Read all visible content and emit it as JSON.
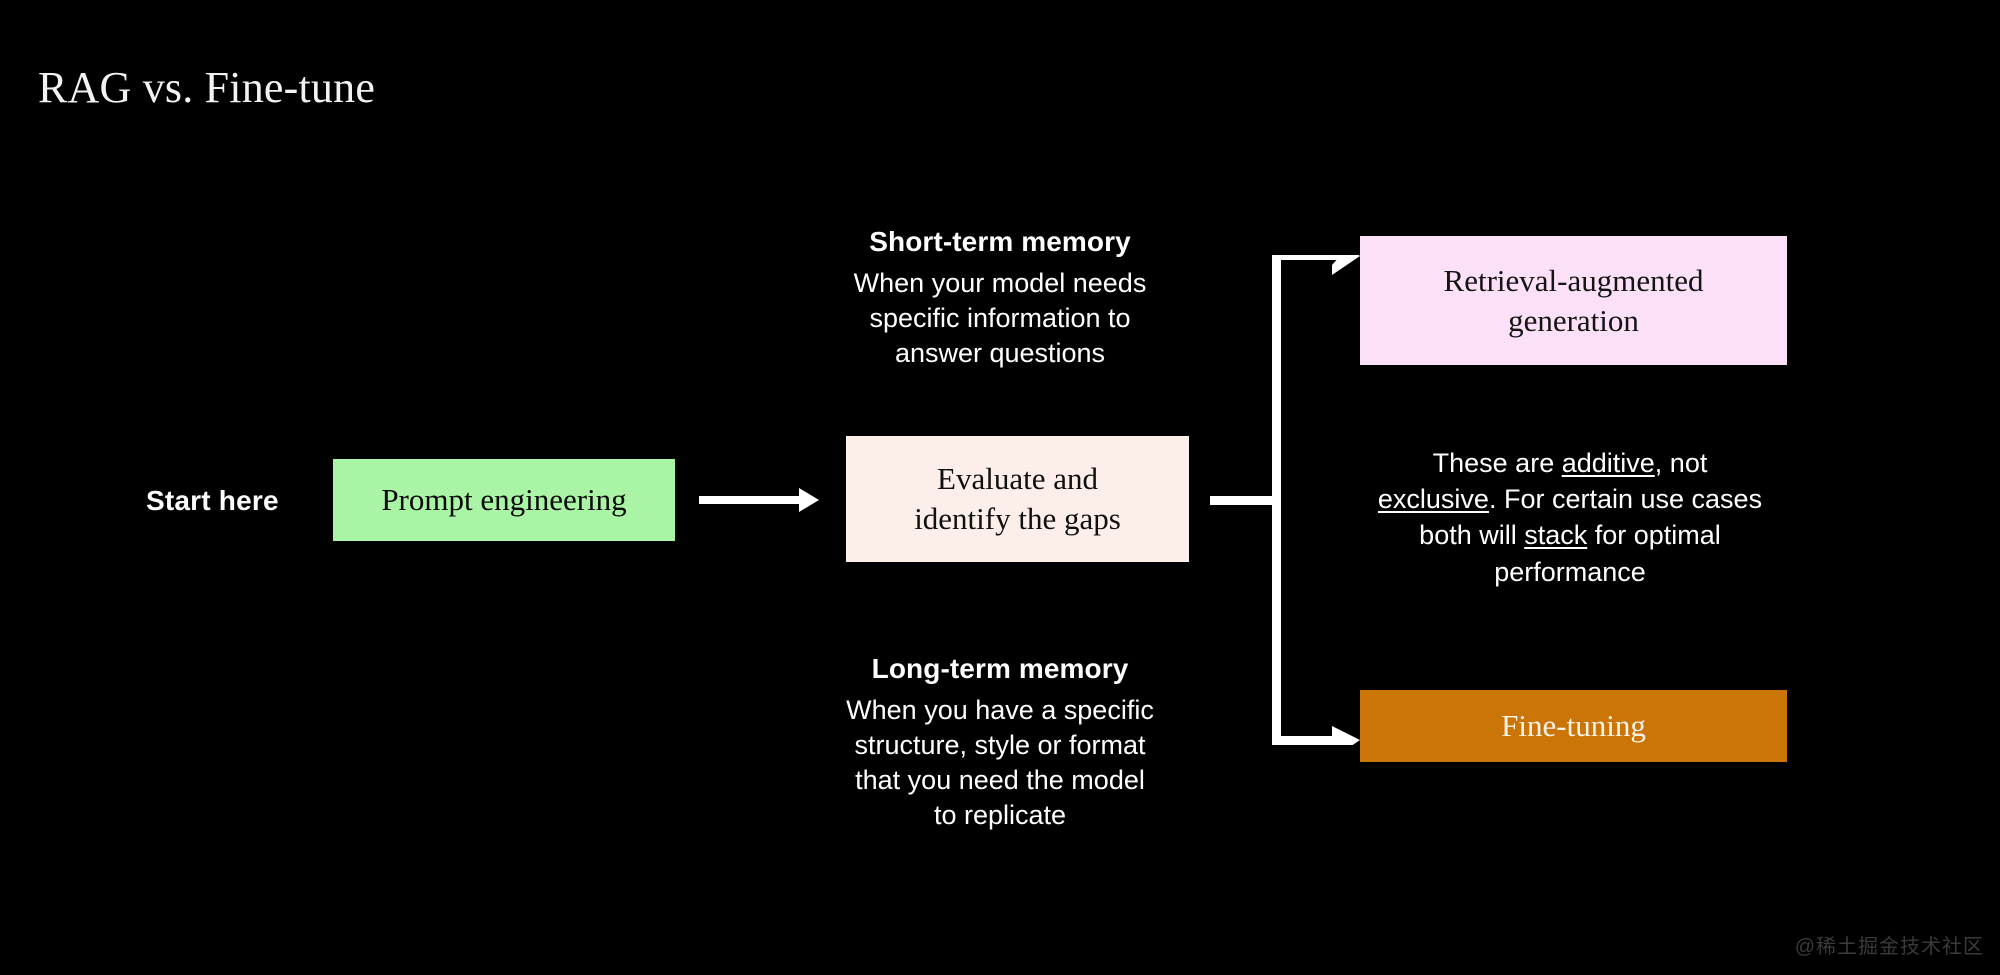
{
  "slide": {
    "title": "RAG vs. Fine-tune",
    "background_color": "#000000",
    "watermark": "@稀土掘金技术社区"
  },
  "labels": {
    "start_here": "Start here"
  },
  "nodes": {
    "prompt_engineering": {
      "label": "Prompt engineering",
      "fill_color": "#aaf4a6",
      "text_color": "#0a0a0a"
    },
    "evaluate_gaps": {
      "line1": "Evaluate and",
      "line2": "identify the gaps",
      "fill_color": "#fcefe9",
      "text_color": "#101010"
    },
    "retrieval_augmented_generation": {
      "line1": "Retrieval-augmented",
      "line2": "generation",
      "fill_color": "#fbe0f8",
      "text_color": "#141414"
    },
    "fine_tuning": {
      "label": "Fine-tuning",
      "fill_color": "#cb7408",
      "text_color": "#fbf3e8"
    }
  },
  "annotations": {
    "short_term_memory": {
      "heading": "Short-term memory",
      "body_line1": "When your model needs",
      "body_line2": "specific information to",
      "body_line3": "answer questions"
    },
    "long_term_memory": {
      "heading": "Long-term memory",
      "body_line1": "When you have a specific",
      "body_line2": "structure, style or format",
      "body_line3": "that you need the model",
      "body_line4": "to replicate"
    },
    "additive_note": {
      "segment1": "These are ",
      "underline1": "additive",
      "segment2": ", not ",
      "underline2": "exclusive",
      "segment3": ". For certain use cases both will ",
      "underline3": "stack",
      "segment4": " for optimal performance"
    }
  },
  "arrows": {
    "prompt_to_evaluate": "arrow-right",
    "evaluate_to_branch": "arrow-branch-split",
    "color": "#ffffff"
  }
}
